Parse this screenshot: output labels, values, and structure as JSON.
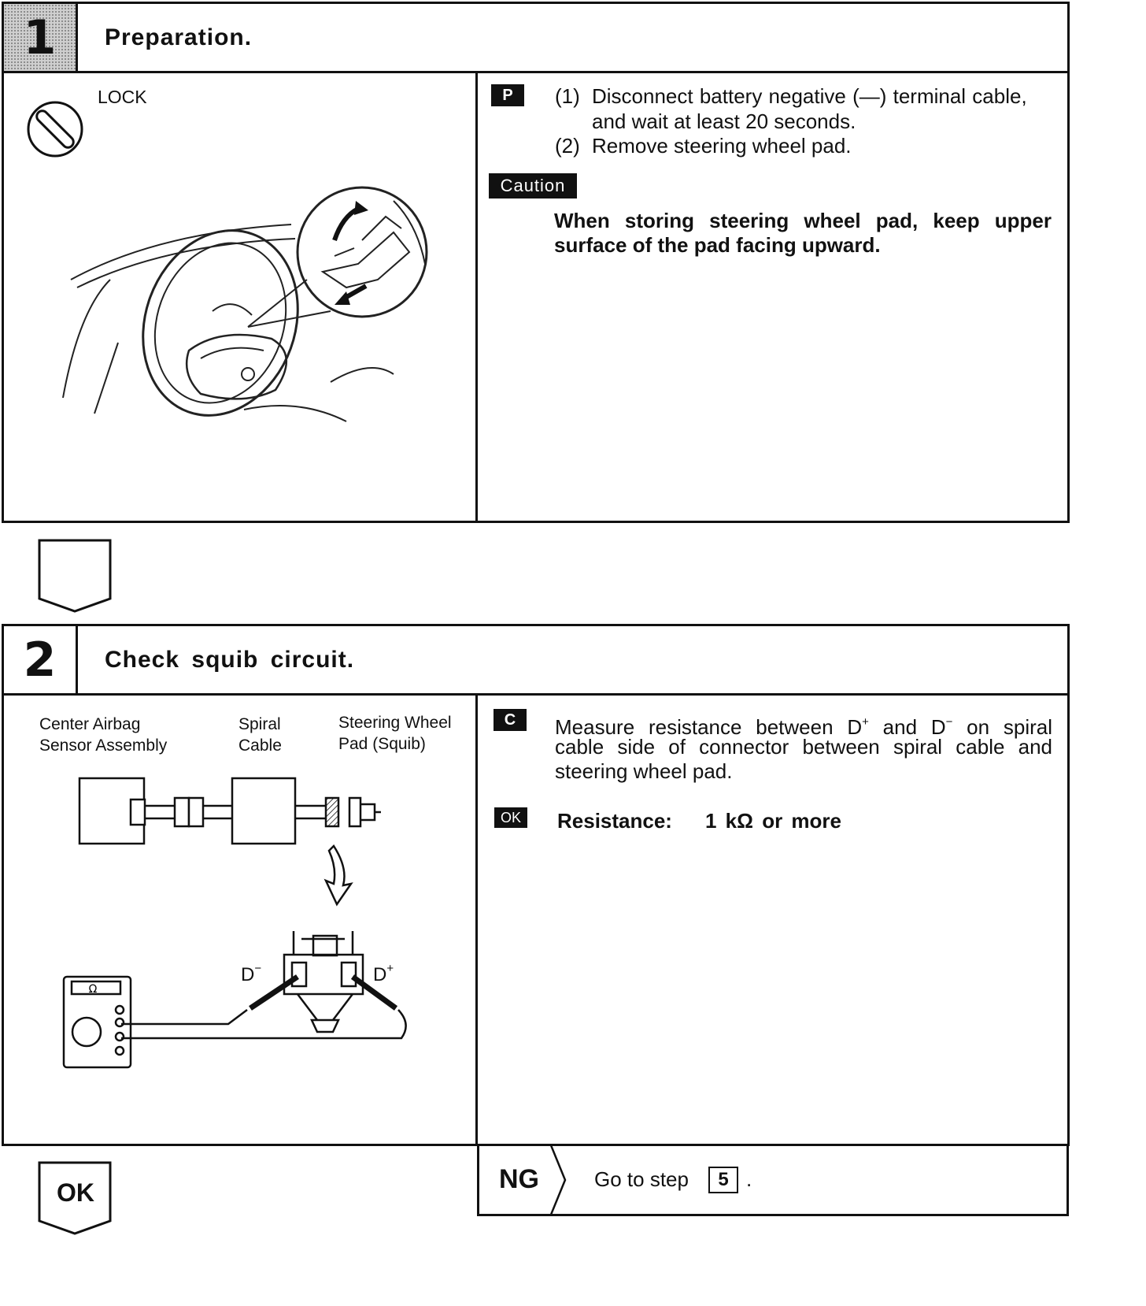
{
  "step1": {
    "number": "1",
    "title": "Preparation.",
    "lock_label": "LOCK",
    "badge": "P",
    "items": [
      {
        "num": "(1)",
        "text": "Disconnect battery negative (—) terminal cable,",
        "text2": "and wait at least 20 seconds."
      },
      {
        "num": "(2)",
        "text": "Remove steering wheel pad."
      }
    ],
    "caution_badge": "Caution",
    "caution_line1": "When storing steering wheel pad, keep upper",
    "caution_line2": "surface of the pad facing upward."
  },
  "step2": {
    "number": "2",
    "title": "Check squib circuit.",
    "labels": {
      "center_airbag_1": "Center Airbag",
      "center_airbag_2": "Sensor Assembly",
      "spiral_1": "Spiral",
      "spiral_2": "Cable",
      "steering_1": "Steering Wheel",
      "steering_2": "Pad (Squib)",
      "d_minus": "D",
      "d_minus_sup": "−",
      "d_plus": "D",
      "d_plus_sup": "+",
      "ohm": "Ω"
    },
    "badge": "C",
    "measure_line1_a": "Measure resistance between D",
    "measure_line1_sup1": "+",
    "measure_line1_b": " and D",
    "measure_line1_sup2": "−",
    "measure_line1_c": " on spiral",
    "measure_line2": "cable side of connector between spiral cable and",
    "measure_line3": "steering wheel pad.",
    "ok_badge": "OK",
    "resistance_label": "Resistance:",
    "resistance_value": "1 kΩ or more"
  },
  "result": {
    "ok_label": "OK",
    "ng_label": "NG",
    "goto_text": "Go to step",
    "goto_step": "5",
    "goto_end": "."
  }
}
